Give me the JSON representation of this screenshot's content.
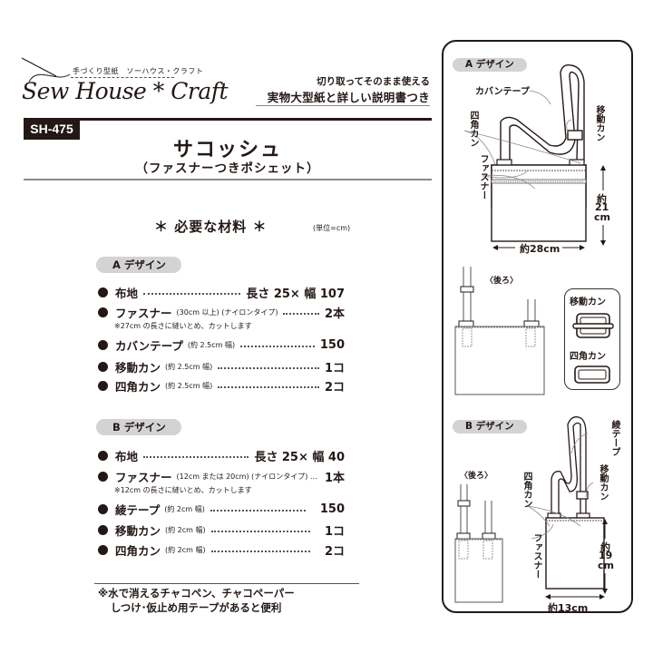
{
  "brand": {
    "sub": "手づくり型紙　ソーハウス・クラフト",
    "name": "Sew House * Craft"
  },
  "tagline": {
    "line1": "切り取ってそのまま使える",
    "line2": "実物大型紙と詳しい説明書つき"
  },
  "product": {
    "code": "SH-475",
    "title": "サコッシュ",
    "subtitle": "（ファスナーつきポシェット）"
  },
  "materials": {
    "heading": "＊ 必要な材料 ＊",
    "unit": "(単位=cm)",
    "designs": [
      {
        "label": "A デザイン",
        "items": [
          {
            "name": "布地",
            "spec": "",
            "qty": "長さ 25× 幅 107"
          },
          {
            "name": "ファスナー",
            "spec": "(30cm 以上) (ナイロンタイプ)",
            "qty": "2本",
            "note": "※27cm の長さに縫いとめ、カットします"
          },
          {
            "name": "カバンテープ",
            "spec": "(約 2.5cm 幅)",
            "qty": "150"
          },
          {
            "name": "移動カン",
            "spec": "(約 2.5cm 幅)",
            "qty": "1コ"
          },
          {
            "name": "四角カン",
            "spec": "(約 2.5cm 幅)",
            "qty": "2コ"
          }
        ]
      },
      {
        "label": "B デザイン",
        "items": [
          {
            "name": "布地",
            "spec": "",
            "qty": "長さ 25× 幅 40"
          },
          {
            "name": "ファスナー",
            "spec": "(12cm または 20cm) (ナイロンタイプ) …",
            "qty": "1本",
            "note": "※12cm の長さに縫いとめ、カットします"
          },
          {
            "name": "綾テープ",
            "spec": "(約 2cm 幅)",
            "qty": "150"
          },
          {
            "name": "移動カン",
            "spec": "(約 2cm 幅)",
            "qty": "1コ"
          },
          {
            "name": "四角カン",
            "spec": "(約 2cm 幅)",
            "qty": "2コ"
          }
        ]
      }
    ],
    "footnote": {
      "line1": "※水で消えるチャコペン、チャコペーパー",
      "line2": "しつけ･仮止め用テープがあると便利"
    }
  },
  "diagram": {
    "a": {
      "label": "A デザイン",
      "strap": "カバンテープ",
      "slider": "移動カン",
      "ring": "四角カン",
      "zipper": "ファスナー",
      "height": "約21cm",
      "height_v": "約",
      "height_n": "21",
      "height_u": "cm",
      "width": "約28cm",
      "back": "〈後ろ〉"
    },
    "hardware": {
      "slider": "移動カン",
      "ring": "四角カン"
    },
    "b": {
      "label": "B デザイン",
      "strap_v": "綾テープ",
      "slider": "移動カン",
      "ring": "四角カン",
      "zipper": "ファスナー",
      "height_v": "約",
      "height_n": "19",
      "height_u": "cm",
      "width": "約13cm",
      "back": "〈後ろ〉"
    }
  },
  "colors": {
    "ink": "#231815",
    "pill": "#d3d3d3",
    "rule": "#8a8a8a"
  }
}
